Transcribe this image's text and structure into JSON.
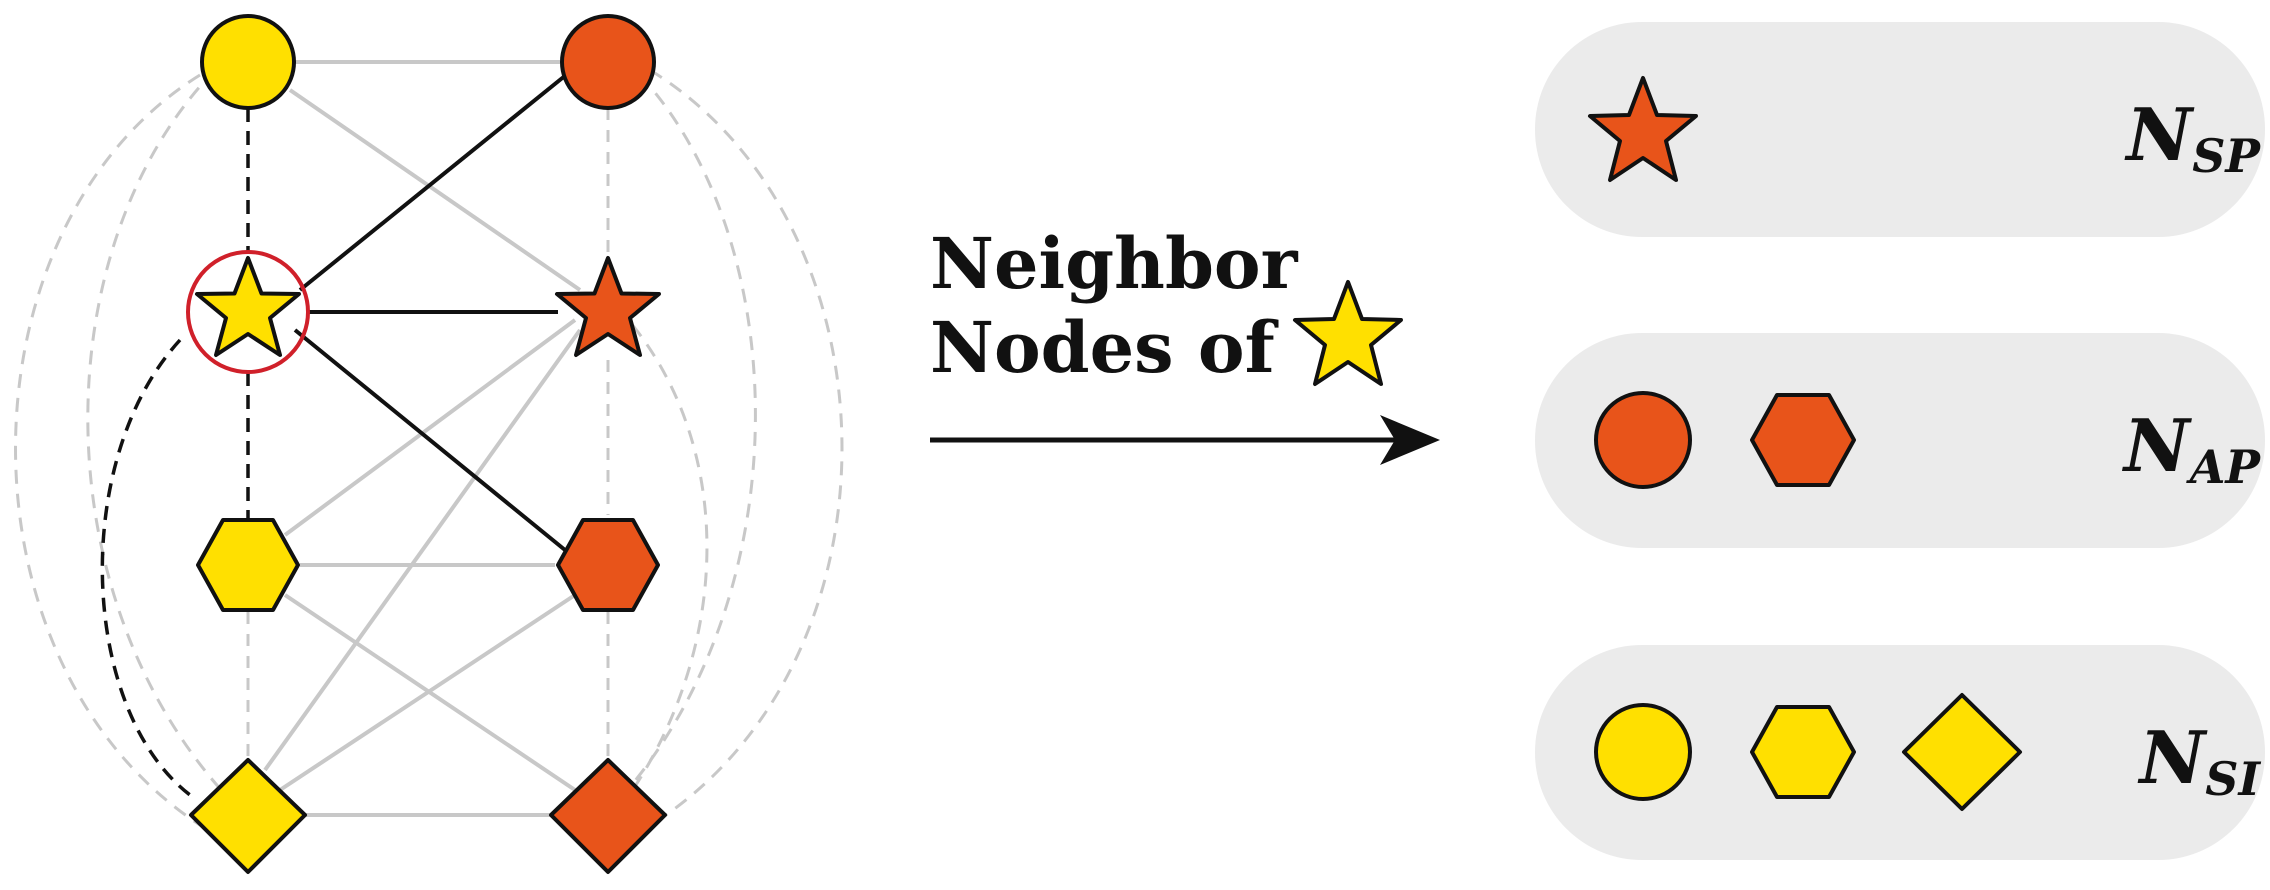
{
  "colors": {
    "yellow": "#FFE000",
    "orange": "#E8541A",
    "highlight_ring": "#D0202A",
    "faint_edge": "#C8C8C8",
    "panel": "#EBEBEB",
    "ink": "#111111"
  },
  "graph": {
    "nodes": [
      {
        "id": "y-circle",
        "shape": "circle",
        "color": "yellow"
      },
      {
        "id": "o-circle",
        "shape": "circle",
        "color": "orange"
      },
      {
        "id": "y-star",
        "shape": "star",
        "color": "yellow",
        "highlighted": true
      },
      {
        "id": "o-star",
        "shape": "star",
        "color": "orange"
      },
      {
        "id": "y-hexagon",
        "shape": "hexagon",
        "color": "yellow"
      },
      {
        "id": "o-hexagon",
        "shape": "hexagon",
        "color": "orange"
      },
      {
        "id": "y-diamond",
        "shape": "diamond",
        "color": "yellow"
      },
      {
        "id": "o-diamond",
        "shape": "diamond",
        "color": "orange"
      }
    ]
  },
  "caption": {
    "line1": "Neighbor",
    "line2": "Nodes of",
    "icon": "yellow-star-icon"
  },
  "sets": [
    {
      "label": "N",
      "subscript": "SP",
      "members": [
        {
          "shape": "star",
          "color": "orange"
        }
      ]
    },
    {
      "label": "N",
      "subscript": "AP",
      "members": [
        {
          "shape": "circle",
          "color": "orange"
        },
        {
          "shape": "hexagon",
          "color": "orange"
        }
      ]
    },
    {
      "label": "N",
      "subscript": "SI",
      "members": [
        {
          "shape": "circle",
          "color": "yellow"
        },
        {
          "shape": "hexagon",
          "color": "yellow"
        },
        {
          "shape": "diamond",
          "color": "yellow"
        }
      ]
    }
  ]
}
